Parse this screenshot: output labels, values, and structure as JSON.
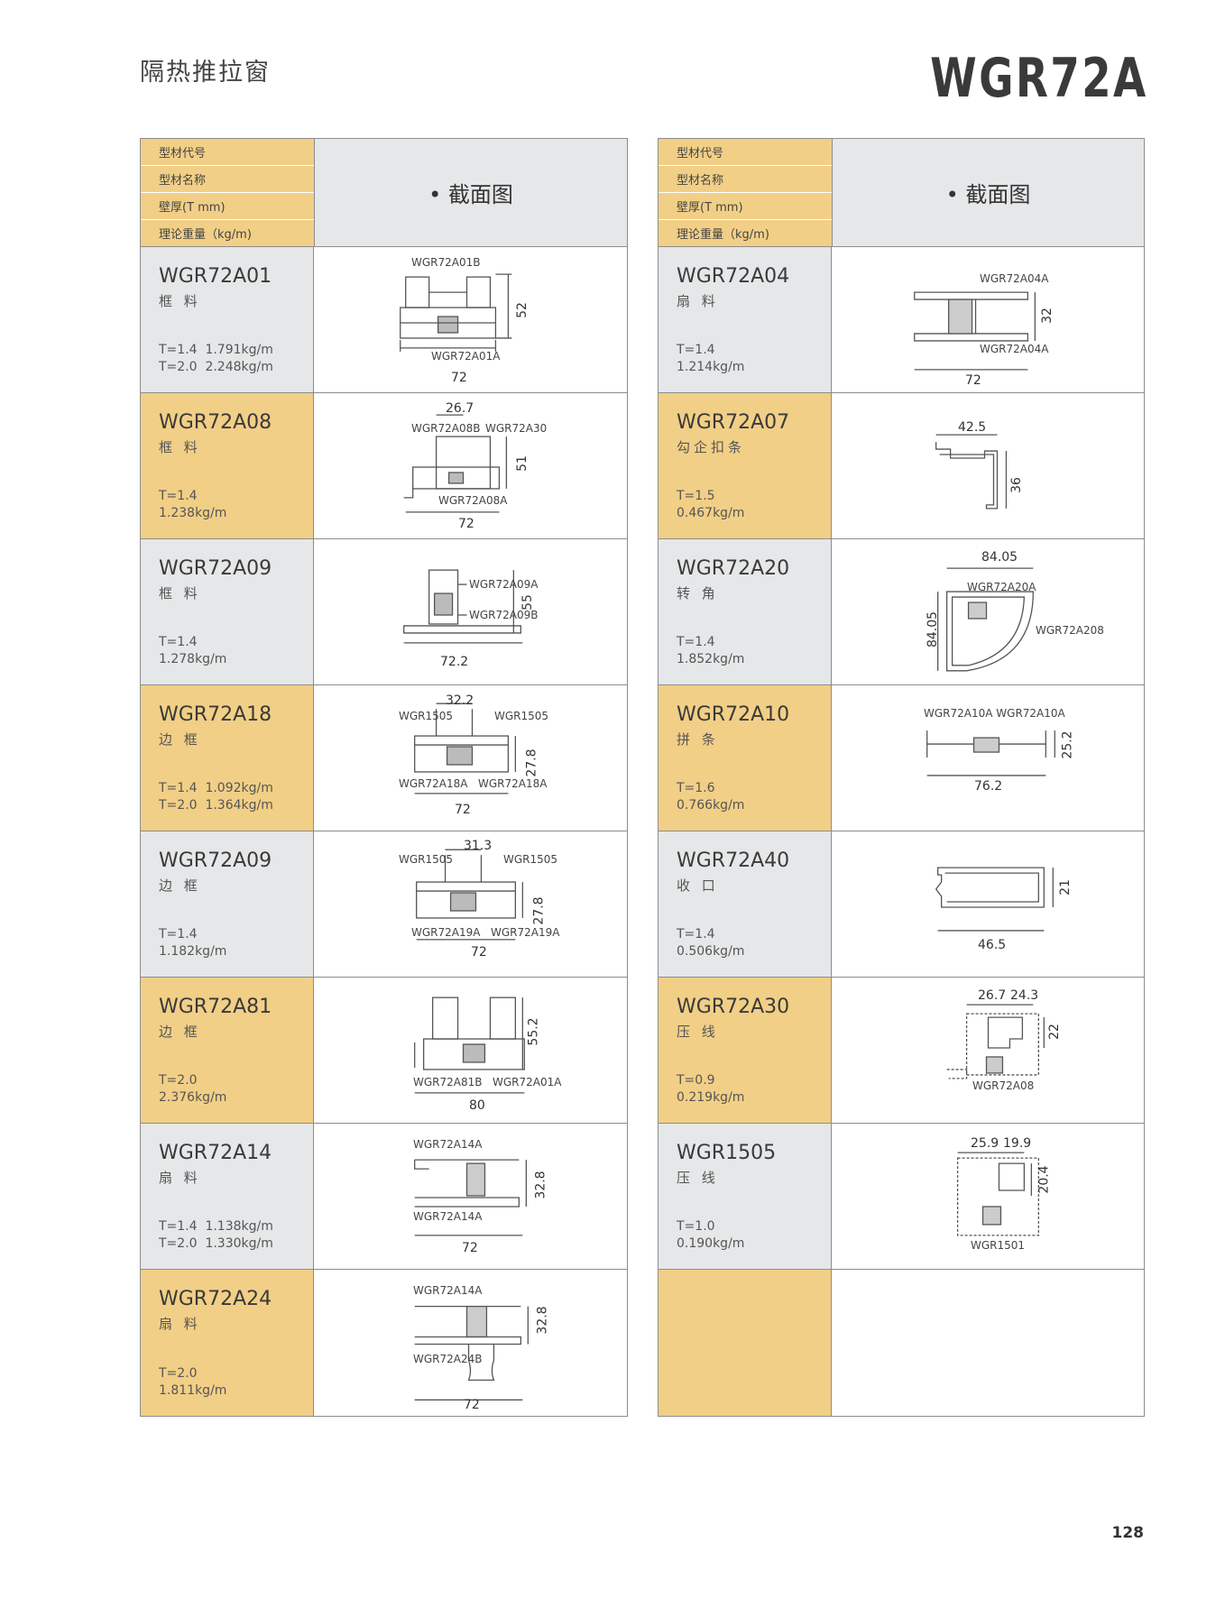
{
  "page": {
    "category_title": "隔热推拉窗",
    "model_title": "WGR72A",
    "page_number": "128"
  },
  "header": {
    "labels": [
      "型材代号",
      "型材名称",
      "壁厚(T mm)",
      "理论重量（kg/m)"
    ],
    "section_title": "• 截面图"
  },
  "left_rows": [
    {
      "code": "WGR72A01",
      "name": "框 料",
      "specs": [
        "T=1.4  1.791kg/m",
        "T=2.0  2.248kg/m"
      ],
      "labels": [
        "WGR72A01B",
        "WGR72A01A"
      ],
      "dims": [
        "52",
        "72"
      ]
    },
    {
      "code": "WGR72A08",
      "name": "框 料",
      "specs": [
        "T=1.4",
        "1.238kg/m"
      ],
      "labels": [
        "WGR72A08B",
        "WGR72A30",
        "WGR72A08A"
      ],
      "dims": [
        "26.7",
        "51",
        "72"
      ]
    },
    {
      "code": "WGR72A09",
      "name": "框 料",
      "specs": [
        "T=1.4",
        "1.278kg/m"
      ],
      "labels": [
        "WGR72A09A",
        "WGR72A09B"
      ],
      "dims": [
        "55",
        "72.2"
      ]
    },
    {
      "code": "WGR72A18",
      "name": "边 框",
      "specs": [
        "T=1.4  1.092kg/m",
        "T=2.0  1.364kg/m"
      ],
      "labels": [
        "WGR1505",
        "WGR1505",
        "WGR72A18A",
        "WGR72A18A"
      ],
      "dims": [
        "32.2",
        "27.8",
        "72"
      ]
    },
    {
      "code": "WGR72A09",
      "name": "边 框",
      "specs": [
        "T=1.4",
        "1.182kg/m"
      ],
      "labels": [
        "WGR1505",
        "WGR1505",
        "WGR72A19A",
        "WGR72A19A"
      ],
      "dims": [
        "31.3",
        "27.8",
        "72"
      ]
    },
    {
      "code": "WGR72A81",
      "name": "边 框",
      "specs": [
        "T=2.0",
        "2.376kg/m"
      ],
      "labels": [
        "WGR72A81B",
        "WGR72A01A"
      ],
      "dims": [
        "55.2",
        "80"
      ]
    },
    {
      "code": "WGR72A14",
      "name": "扇 料",
      "specs": [
        "T=1.4  1.138kg/m",
        "T=2.0  1.330kg/m"
      ],
      "labels": [
        "WGR72A14A",
        "WGR72A14A"
      ],
      "dims": [
        "32.8",
        "72"
      ]
    },
    {
      "code": "WGR72A24",
      "name": "扇 料",
      "specs": [
        "T=2.0",
        "1.811kg/m"
      ],
      "labels": [
        "WGR72A14A",
        "WGR72A24B"
      ],
      "dims": [
        "32.8",
        "72"
      ]
    }
  ],
  "right_rows": [
    {
      "code": "WGR72A04",
      "name": "扇 料",
      "specs": [
        "T=1.4",
        "1.214kg/m"
      ],
      "labels": [
        "WGR72A04A",
        "WGR72A04A"
      ],
      "dims": [
        "32",
        "72"
      ]
    },
    {
      "code": "WGR72A07",
      "name": "勾企扣条",
      "specs": [
        "T=1.5",
        "0.467kg/m"
      ],
      "labels": [],
      "dims": [
        "42.5",
        "36"
      ]
    },
    {
      "code": "WGR72A20",
      "name": "转 角",
      "specs": [
        "T=1.4",
        "1.852kg/m"
      ],
      "labels": [
        "WGR72A20A",
        "WGR72A208"
      ],
      "dims": [
        "84.05",
        "84.05"
      ]
    },
    {
      "code": "WGR72A10",
      "name": "拼 条",
      "specs": [
        "T=1.6",
        "0.766kg/m"
      ],
      "labels": [
        "WGR72A10A  WGR72A10A"
      ],
      "dims": [
        "25.2",
        "76.2"
      ]
    },
    {
      "code": "WGR72A40",
      "name": "收 口",
      "specs": [
        "T=1.4",
        "0.506kg/m"
      ],
      "labels": [],
      "dims": [
        "21",
        "46.5"
      ]
    },
    {
      "code": "WGR72A30",
      "name": "压 线",
      "specs": [
        "T=0.9",
        "0.219kg/m"
      ],
      "labels": [
        "WGR72A08"
      ],
      "dims": [
        "26.7",
        "24.3",
        "22"
      ]
    },
    {
      "code": "WGR1505",
      "name": "压 线",
      "specs": [
        "T=1.0",
        "0.190kg/m"
      ],
      "labels": [
        "WGR1501"
      ],
      "dims": [
        "25.9",
        "19.9",
        "20.4"
      ]
    }
  ]
}
